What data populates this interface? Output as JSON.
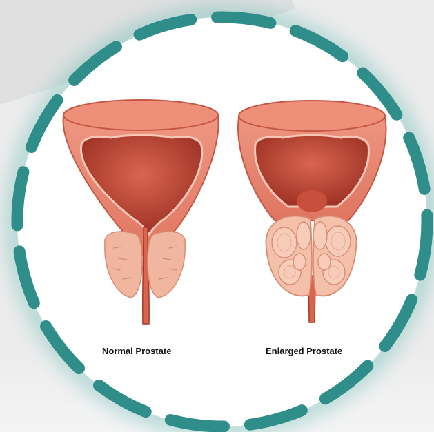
{
  "labels": {
    "normal": "Normal Prostate",
    "enlarged": "Enlarged Prostate"
  },
  "colors": {
    "ring_dash": "#2f8d8a",
    "glow": "#5fb9b2",
    "bladder_outer": "#e8826f",
    "bladder_inner": "#b84434",
    "lobe_fill": "#f1b69f"
  },
  "icons": {
    "frame": "dashed-circle-frame",
    "illustration": "prostate-comparison-illustration"
  }
}
